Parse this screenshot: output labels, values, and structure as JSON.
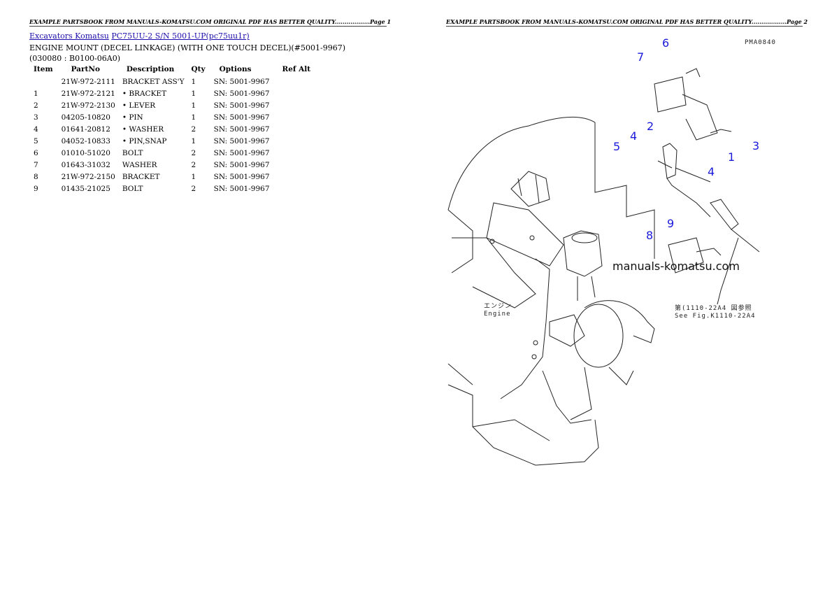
{
  "page1": {
    "header": "EXAMPLE PARTSBOOK FROM MANUALS-KOMATSU.COM ORIGINAL PDF HAS BETTER QUALITY..................Page 1"
  },
  "page2": {
    "header": "EXAMPLE PARTSBOOK FROM MANUALS-KOMATSU.COM ORIGINAL PDF HAS BETTER QUALITY..................Page 2"
  },
  "breadcrumb": {
    "link1": "Excavators Komatsu",
    "link2": "PC75UU-2 S/N 5001-UP(pc75uu1r)"
  },
  "section_title": "ENGINE MOUNT (DECEL LINKAGE) (WITH ONE TOUCH DECEL)(#5001-9967)(030080 : B0100-06A0)",
  "table": {
    "columns": [
      "Item",
      "PartNo",
      "Description",
      "Qty",
      "Options",
      "Ref Alt"
    ],
    "rows": [
      {
        "item": "",
        "partno": "21W-972-2111",
        "desc": "BRACKET ASS'Y",
        "qty": "1",
        "options": "SN: 5001-9967"
      },
      {
        "item": "1",
        "partno": "21W-972-2121",
        "desc": "• BRACKET",
        "qty": "1",
        "options": "SN: 5001-9967"
      },
      {
        "item": "2",
        "partno": "21W-972-2130",
        "desc": "• LEVER",
        "qty": "1",
        "options": "SN: 5001-9967"
      },
      {
        "item": "3",
        "partno": "04205-10820",
        "desc": "• PIN",
        "qty": "1",
        "options": "SN: 5001-9967"
      },
      {
        "item": "4",
        "partno": "01641-20812",
        "desc": "• WASHER",
        "qty": "2",
        "options": "SN: 5001-9967"
      },
      {
        "item": "5",
        "partno": "04052-10833",
        "desc": "• PIN,SNAP",
        "qty": "1",
        "options": "SN: 5001-9967"
      },
      {
        "item": "6",
        "partno": "01010-51020",
        "desc": "BOLT",
        "qty": "2",
        "options": "SN: 5001-9967"
      },
      {
        "item": "7",
        "partno": "01643-31032",
        "desc": "WASHER",
        "qty": "2",
        "options": "SN: 5001-9967"
      },
      {
        "item": "8",
        "partno": "21W-972-2150",
        "desc": "BRACKET",
        "qty": "1",
        "options": "SN: 5001-9967"
      },
      {
        "item": "9",
        "partno": "01435-21025",
        "desc": "BOLT",
        "qty": "2",
        "options": "SN: 5001-9967"
      }
    ]
  },
  "diagram": {
    "callouts": [
      "6",
      "7",
      "2",
      "4",
      "5",
      "1",
      "3",
      "4",
      "9",
      "8"
    ],
    "watermark": "manuals-komatsu.com",
    "code": "PMA0840",
    "engine_jp": "エンジン",
    "engine_en": "Engine",
    "ref_jp": "第(1110-22A4 図参照",
    "ref_en": "See Fig.K1110-22A4"
  }
}
